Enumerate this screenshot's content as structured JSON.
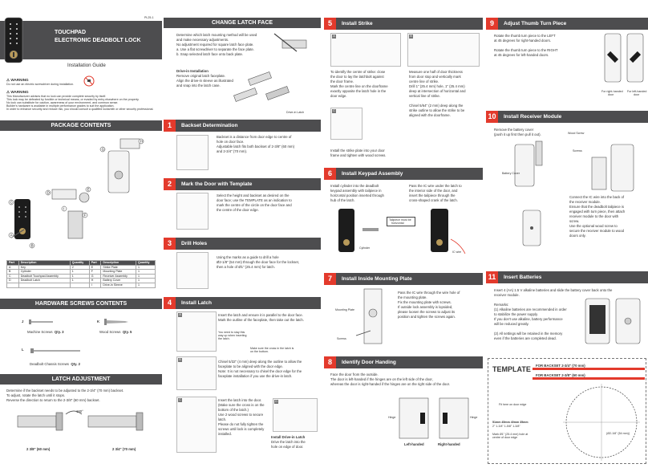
{
  "doc_id": "PL25-1",
  "header": {
    "title_line1": "TOUCHPAD",
    "title_line2": "ELECTRONIC DEADBOLT LOCK",
    "subtitle": "Installation Guide"
  },
  "warnings": {
    "warning1_title": "WARNING",
    "warning1_text": "Do not use an electric screwdriver during installation.",
    "warning2_title": "WARNING",
    "warning2_lines": [
      "This Manufacturer advises that no lock can provide complete security by itself.",
      "This lock may be defeated by forcible or technical means, or evaded by entry elsewhere on the property.",
      "No lock can substitute for caution, awareness of your environment, and common sense.",
      "Builder's hardware is available in multiple performance grades to suit the application.",
      "In order to enhance security and reduce risk, you should consult a qualified locksmith or other security professional."
    ]
  },
  "package": {
    "title": "PACKAGE CONTENTS",
    "table_head": [
      "Part",
      "Description",
      "Quantity",
      "Part",
      "Description",
      "Quantity"
    ],
    "rows": [
      [
        "A",
        "Key",
        "2",
        "E",
        "Strike Plate",
        "1"
      ],
      [
        "B",
        "Cylinder",
        "1",
        "F",
        "Mounting Plate",
        "1"
      ],
      [
        "C",
        "Deadbolt Touchpad Assembly",
        "1",
        "G",
        "Receiver Assembly",
        "1"
      ],
      [
        "D",
        "Deadbolt Latch",
        "1",
        "H",
        "Battery Cover",
        "1"
      ],
      [
        "",
        "",
        "",
        "I",
        "Drive-in Sleeve",
        "1"
      ]
    ]
  },
  "screws": {
    "title": "HARDWARE SCREWS CONTENTS",
    "j_label": "J",
    "j_text": "Machine Screws",
    "j_qty": "Qty. 3",
    "k_label": "K",
    "k_text": "Wood Screws",
    "k_qty": "Qty. 5",
    "l_label": "L",
    "l_text": "Deadbolt Chassis Screws",
    "l_qty": "Qty. 2"
  },
  "latch_adj": {
    "title": "LATCH ADJUSTMENT",
    "lines": [
      "Determine if the backset needs to be adjusted to the 2-3/4\" (70 mm) backset.",
      "To adjust, rotate the latch until it stops.",
      "Reverse the direction to return to the 2-3/8\" (60 mm) backset."
    ],
    "angle": "180°",
    "label_a": "2 3/8\" (60 mm)",
    "label_b": "2 3/4\" (70 mm)"
  },
  "change_latch": {
    "title": "CHANGE LATCH FACE",
    "lines": [
      "Determine which latch mounting method will be used",
      "and make necessary adjustments.",
      "No adjustment required for square latch face plate.",
      "a. Use a flat screwdriver to separate the face plate.",
      "b. Snap selected latch face onto back plate."
    ],
    "drive_title": "Drive-in Installation",
    "drive_lines": [
      "Remove original latch faceplate.",
      "Align the drive-in sleeve as illustrated",
      "and snap into the latch case."
    ],
    "caption": "Drive-in Latch"
  },
  "steps": {
    "s1": {
      "num": "1",
      "title": "Backset Determination",
      "text": [
        "Backset is a distance from door edge to centre of",
        "hole on door face.",
        "Adjustable latch fits both backset of 2-3/8\" (60 mm)",
        "and 2-3/4\" (70 mm)."
      ]
    },
    "s2": {
      "num": "2",
      "title": "Mark the Door with Template",
      "text": [
        "Select the height and backset as desired on the",
        "door face; use the TEMPLATE as an indication to",
        "mark the centre of the circle on the door face and",
        "the centre of the door edge."
      ]
    },
    "s3": {
      "num": "3",
      "title": "Drill Holes",
      "text": [
        "Using the marks as a guide to drill a hole",
        "Ø2-1/8\" (54 mm) through the door face for the lockset,",
        "then a hole of Ø1\" (25.4 mm) for latch."
      ]
    },
    "s4": {
      "num": "4",
      "title": "Install Latch",
      "a_text": [
        "Insert the latch and ensure it is parallel to the door face.",
        "Mark the outline of the faceplate, then take out the latch."
      ],
      "a_note1": [
        "You need to stay this",
        "way up when inserting",
        "the latch."
      ],
      "a_note2": [
        "Make sure the cross in the latch is",
        "on the bottom."
      ],
      "b_text": [
        "Chisel 5/32\" (4 mm) deep along the outline to allow the",
        "faceplate to be aligned with the door edge.",
        "Note: It is not necessary to chisel the door edge for the",
        "faceplate installation if you use the drive-in latch."
      ],
      "c_text": [
        "Insert the latch into the door.",
        "(Make sure the cross is on the",
        "bottom of the latch.)",
        "Use 2 wood screws to secure",
        "latch.",
        "Please do not fully tighten the",
        "screws until lock is completely",
        "installed."
      ],
      "d_title": "Install Drive-in Latch",
      "d_text": [
        "Drive the latch into the",
        "hole on edge of door."
      ]
    },
    "s5": {
      "num": "5",
      "title": "Install Strike",
      "a_text": [
        "To identify the centre of strike: close",
        "the door to lay the latchbolt against",
        "the door frame.",
        "Mark the centre line on the doorframe",
        "exactly opposite the latch hole in the",
        "door edge."
      ],
      "b_text": [
        "Measure one half of door thickness",
        "from door stop and vertically mark",
        "centre line of strike.",
        "Drill 1\" (25.4 mm) hole, 1\" (25.4 mm)",
        "deep at intersection of horizontal and",
        "vertical line of strike."
      ],
      "b_text2": [
        "Chisel 5/64\" (2 mm) deep along the",
        "strike outline to allow the strike to be",
        "aligned with the doorframe."
      ],
      "c_text": [
        "Install the strike plate into your door",
        "frame and tighten with wood screws."
      ]
    },
    "s6": {
      "num": "6",
      "title": "Install Keypad Assembly",
      "left_text": [
        "Install cylinder into the deadbolt",
        "keypad assembly with tailpiece in",
        "horizontal position inserted through",
        "hub of the latch."
      ],
      "right_text": [
        "Pass the IC wire under the latch to",
        "the interior side of the door, and",
        "insert the tailpiece through the",
        "cross-shaped crank of the latch."
      ],
      "callout": [
        "Tailpiece must be",
        "horizontal"
      ],
      "label_cyl": "Cylinder",
      "label_ic": "IC wire"
    },
    "s7": {
      "num": "7",
      "title": "Install Inside Mounting Plate",
      "text": [
        "Pass the IC wire through the wire hole of",
        "the mounting plate.",
        "Fix the mounting plate with screws.",
        "If outside lock assembly is lopsided,",
        "please loosen the screws to adjust its",
        "position and tighten the screws again."
      ],
      "label_plate": "Mounting Plate",
      "label_screws": "Screws"
    },
    "s8": {
      "num": "8",
      "title": "Identify Door Handing",
      "text": [
        "Face the door from the outside.",
        "The door is left-handed if the hinges are on the left side of the door,",
        "whereas the door is right-handed if the hinges are on the right side of the door."
      ],
      "hinge": "Hinge",
      "left": "Left-handed",
      "right": "Right-handed"
    },
    "s9": {
      "num": "9",
      "title": "Adjust Thumb Turn Piece",
      "text1": [
        "Rotate the thumb turn piece to the LEFT",
        "at 45 degrees for right-handed doors."
      ],
      "text2": [
        "Rotate the thumb turn piece to the RIGHT",
        "at 45 degrees for left-handed doors."
      ],
      "cap1": [
        "For right-handed",
        "door"
      ],
      "cap2": [
        "For left-handed",
        "door"
      ]
    },
    "s10": {
      "num": "10",
      "title": "Install Receiver Module",
      "text1": [
        "Remove the battery cover",
        "(push it up first then pull it out)."
      ],
      "label_cover": "Battery Cover",
      "label_wood": "Wood Screw",
      "label_screws": "Screws",
      "text2": [
        "Connect the IC wire into the back of",
        "the receiver module.",
        "Ensure that the deadbolt tailpiece is",
        "engaged with turn piece, then attach",
        "receiver module to the door with",
        "screw.",
        "Use the optional wood screw to",
        "secure the receiver module to wood",
        "doors only."
      ]
    },
    "s11": {
      "num": "11",
      "title": "Insert Batteries",
      "text": [
        "Insert 4 (AA) 1.5 V alkaline batteries and slide the battery cover back onto the",
        "receiver module."
      ],
      "remarks": [
        "Remarks:",
        "(1) Alkaline batteries are recommended in order",
        "     to stabilize the power supply.",
        "     If you don't use alkaline, battery performance",
        "     will be reduced greatly.",
        "(2) All settings will be retained in the memory",
        "     even if the batteries are completed dead."
      ]
    }
  },
  "template": {
    "title": "TEMPLATE",
    "b70": "FOR BACKSET 2-3/4\" (70 mm)",
    "b60": "FOR BACKSET 2-3/8\" (60 mm)",
    "fit": "Fit here on door edge",
    "sizes": "51mm  45mm  40mm  35mm",
    "sizes_in": "2\"      1-3/4\"   1-5/8\"   1-3/8\"",
    "mark": [
      "Mark Ø1\" (25.4 mm) hole at",
      "centre of door edge"
    ],
    "dia": "(Ø2-1/8\" (54 mm))"
  }
}
